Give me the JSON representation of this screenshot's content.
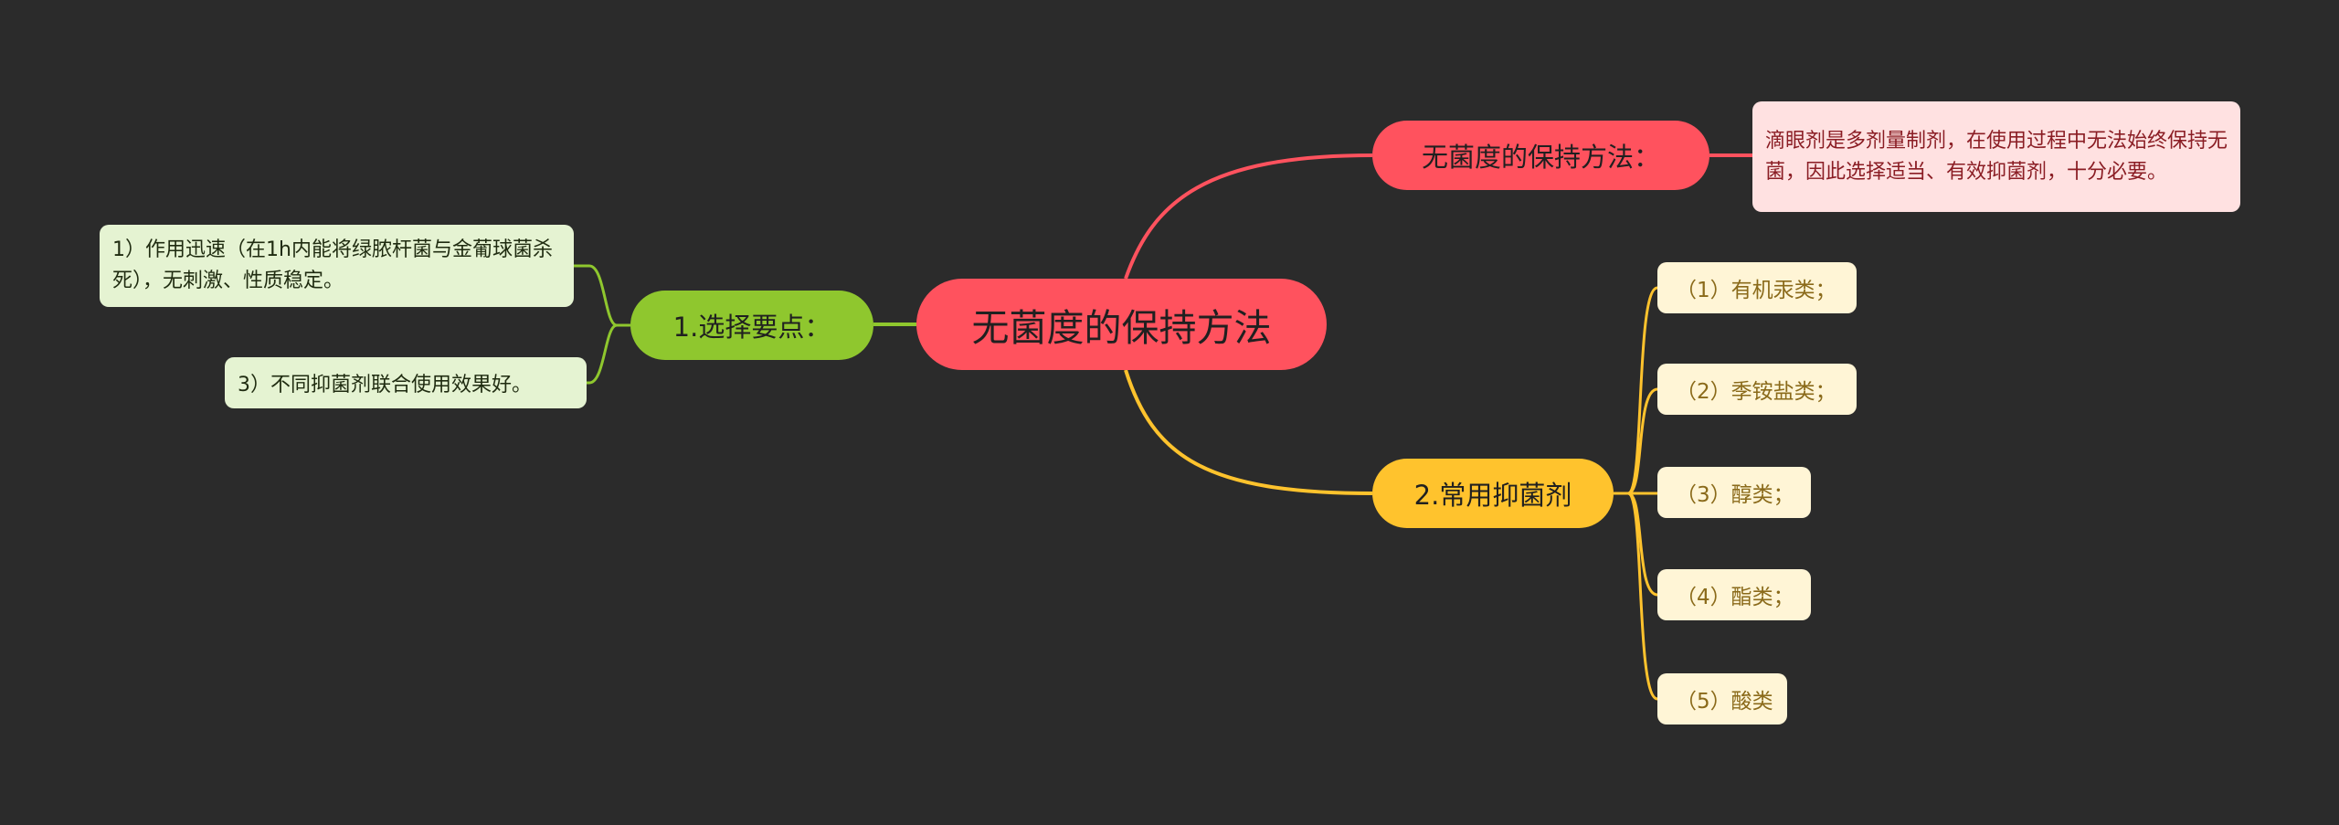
{
  "mindmap": {
    "root": {
      "label": "无菌度的保持方法",
      "color": "#ff525e"
    },
    "branches": {
      "red": {
        "label": "无菌度的保持方法：",
        "color": "#ff525e",
        "leaf": "滴眼剂是多剂量制剂，在使用过程中无法始终保持无菌，因此选择适当、有效抑菌剂，十分必要。"
      },
      "green": {
        "label": "1.选择要点：",
        "color": "#8fc72e",
        "leaves": [
          "1）作用迅速（在1h内能将绿脓杆菌与金葡球菌杀死），无刺激、性质稳定。",
          "3）不同抑菌剂联合使用效果好。"
        ]
      },
      "yellow": {
        "label": "2.常用抑菌剂",
        "color": "#ffc32d",
        "leaves": [
          "（1）有机汞类；",
          "（2）季铵盐类；",
          "（3）醇类；",
          "（4）酯类；",
          "（5）酸类"
        ]
      }
    },
    "background": "#2b2b2b"
  }
}
